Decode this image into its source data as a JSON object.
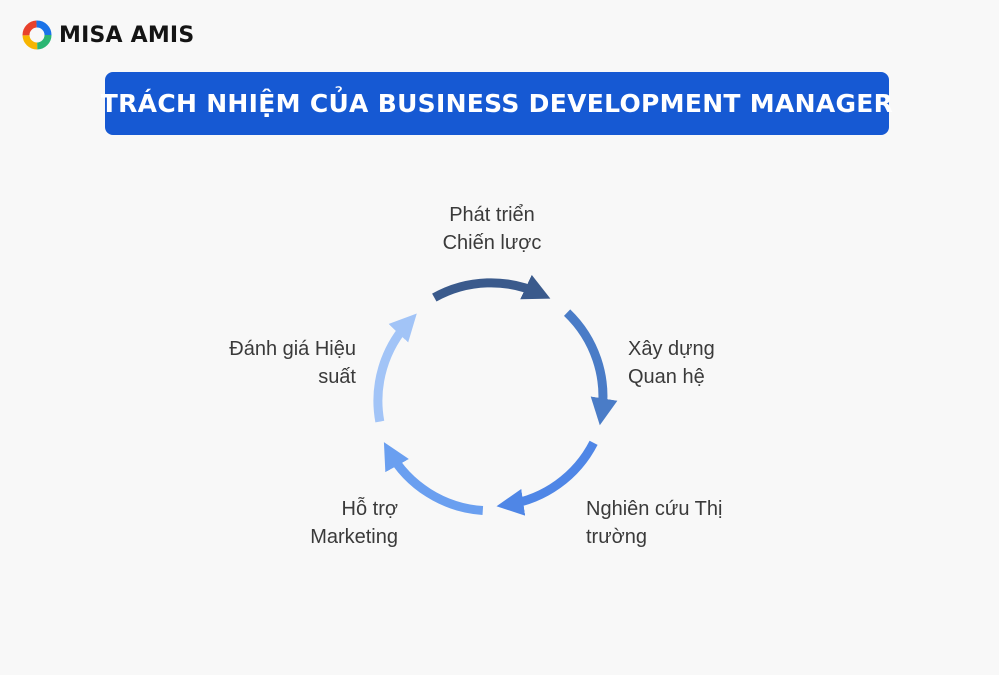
{
  "logo": {
    "text": "MISA AMIS"
  },
  "banner": {
    "title": "TRÁCH NHIỆM CỦA BUSINESS DEVELOPMENT MANAGER"
  },
  "cycle": {
    "steps": [
      {
        "line1": "Phát triển",
        "line2": "Chiến lược",
        "color": "#3a5a8c"
      },
      {
        "line1": "Xây dựng",
        "line2": "Quan hệ",
        "color": "#4a7cc7"
      },
      {
        "line1": "Nghiên cứu Thị",
        "line2": "trường",
        "color": "#4f86e6"
      },
      {
        "line1": "Hỗ trợ",
        "line2": "Marketing",
        "color": "#6a9ff0"
      },
      {
        "line1": "Đánh giá Hiệu",
        "line2": "suất",
        "color": "#a2c4f7"
      }
    ]
  },
  "colors": {
    "banner": "#1659d3",
    "background": "#f8f8f8"
  }
}
